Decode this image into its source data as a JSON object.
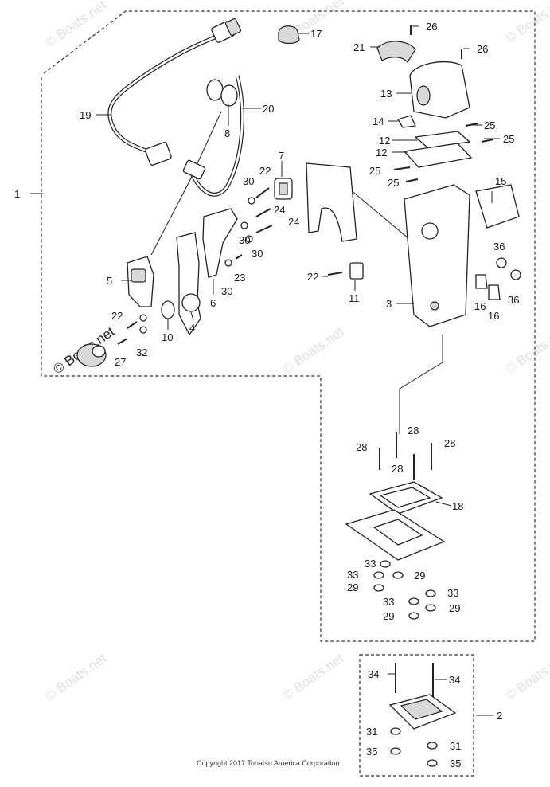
{
  "copyright": "Copyright 2017 Tohatsu America Corporation",
  "watermark": "© Boats.net",
  "callouts": [
    {
      "id": "c1",
      "label": "1"
    },
    {
      "id": "c2",
      "label": "2"
    },
    {
      "id": "c3",
      "label": "3"
    },
    {
      "id": "c4",
      "label": "4"
    },
    {
      "id": "c5",
      "label": "5"
    },
    {
      "id": "c6",
      "label": "6"
    },
    {
      "id": "c7",
      "label": "7"
    },
    {
      "id": "c8",
      "label": "8"
    },
    {
      "id": "c10",
      "label": "10"
    },
    {
      "id": "c11",
      "label": "11"
    },
    {
      "id": "c12a",
      "label": "12"
    },
    {
      "id": "c12b",
      "label": "12"
    },
    {
      "id": "c13",
      "label": "13"
    },
    {
      "id": "c14",
      "label": "14"
    },
    {
      "id": "c15",
      "label": "15"
    },
    {
      "id": "c16a",
      "label": "16"
    },
    {
      "id": "c16b",
      "label": "16"
    },
    {
      "id": "c17",
      "label": "17"
    },
    {
      "id": "c18",
      "label": "18"
    },
    {
      "id": "c19",
      "label": "19"
    },
    {
      "id": "c20",
      "label": "20"
    },
    {
      "id": "c21",
      "label": "21"
    },
    {
      "id": "c22a",
      "label": "22"
    },
    {
      "id": "c22b",
      "label": "22"
    },
    {
      "id": "c22c",
      "label": "22"
    },
    {
      "id": "c23",
      "label": "23"
    },
    {
      "id": "c24a",
      "label": "24"
    },
    {
      "id": "c24b",
      "label": "24"
    },
    {
      "id": "c25a",
      "label": "25"
    },
    {
      "id": "c25b",
      "label": "25"
    },
    {
      "id": "c25c",
      "label": "25"
    },
    {
      "id": "c25d",
      "label": "25"
    },
    {
      "id": "c26a",
      "label": "26"
    },
    {
      "id": "c26b",
      "label": "26"
    },
    {
      "id": "c27",
      "label": "27"
    },
    {
      "id": "c28a",
      "label": "28"
    },
    {
      "id": "c28b",
      "label": "28"
    },
    {
      "id": "c28c",
      "label": "28"
    },
    {
      "id": "c28d",
      "label": "28"
    },
    {
      "id": "c29a",
      "label": "29"
    },
    {
      "id": "c29b",
      "label": "29"
    },
    {
      "id": "c29c",
      "label": "29"
    },
    {
      "id": "c29d",
      "label": "29"
    },
    {
      "id": "c30a",
      "label": "30"
    },
    {
      "id": "c30b",
      "label": "30"
    },
    {
      "id": "c30c",
      "label": "30"
    },
    {
      "id": "c30d",
      "label": "30"
    },
    {
      "id": "c31a",
      "label": "31"
    },
    {
      "id": "c31b",
      "label": "31"
    },
    {
      "id": "c32",
      "label": "32"
    },
    {
      "id": "c33a",
      "label": "33"
    },
    {
      "id": "c33b",
      "label": "33"
    },
    {
      "id": "c33c",
      "label": "33"
    },
    {
      "id": "c33d",
      "label": "33"
    },
    {
      "id": "c34a",
      "label": "34"
    },
    {
      "id": "c34b",
      "label": "34"
    },
    {
      "id": "c35a",
      "label": "35"
    },
    {
      "id": "c35b",
      "label": "35"
    },
    {
      "id": "c36a",
      "label": "36"
    },
    {
      "id": "c36b",
      "label": "36"
    }
  ]
}
